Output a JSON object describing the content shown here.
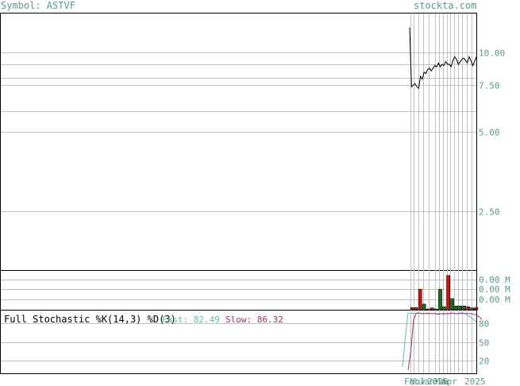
{
  "header": {
    "symbol_label": "Symbol: ASTVF",
    "site": "stockta.com"
  },
  "colors": {
    "label_teal": "#5a9a8a",
    "grid": "#c0c0c0",
    "frame": "#000000",
    "vol_up": "#1e6b1e",
    "vol_down": "#cc1111",
    "fast": "#5bbfb0",
    "slow": "#a0306a"
  },
  "price_axis": {
    "scale": "log",
    "ticks": [
      {
        "value": 10.0,
        "label": "10.00"
      },
      {
        "value": 7.5,
        "label": "7.50"
      },
      {
        "value": 5.0,
        "label": "5.00"
      },
      {
        "value": 2.5,
        "label": "2.50"
      }
    ]
  },
  "volume_axis": {
    "ticks": [
      "0.00 M",
      "0.00 M",
      "0.00 M"
    ]
  },
  "stochastic": {
    "title": "Full Stochastic %K(14,3) %D(3)",
    "fast_label": "Fast: 82.49",
    "slow_label": "Slow: 86.32",
    "ticks": [
      {
        "value": 80,
        "label": "80"
      },
      {
        "value": 50,
        "label": "50"
      },
      {
        "value": 20,
        "label": "20"
      }
    ]
  },
  "date_labels": [
    "Feb",
    "Nov",
    "Jan",
    "2025",
    "Mar",
    "Apr",
    "2025"
  ],
  "chart_data": {
    "type": "line",
    "price_series": [
      {
        "name": "price",
        "values": [
          12.4,
          7.4,
          7.5,
          7.6,
          7.4,
          7.3,
          8.1,
          7.9,
          8.4,
          8.3,
          8.6,
          8.7,
          8.5,
          8.7,
          8.9,
          8.8,
          9.1,
          8.8,
          9.0,
          8.9,
          9.2,
          9.0,
          9.0,
          8.8,
          9.3,
          9.6,
          9.4,
          9.0,
          9.2,
          9.4,
          9.5,
          9.3,
          9.1,
          9.6,
          9.3,
          8.9,
          9.2,
          9.6
        ]
      }
    ],
    "volume_series": [
      {
        "name": "volume",
        "bars": [
          {
            "dir": "down",
            "h": 0.06
          },
          {
            "dir": "up",
            "h": 0.06
          },
          {
            "dir": "down",
            "h": 0.55
          },
          {
            "dir": "up",
            "h": 0.15
          },
          {
            "dir": "up",
            "h": 0.02
          },
          {
            "dir": "down",
            "h": 0.05
          },
          {
            "dir": "up",
            "h": 0.02
          },
          {
            "dir": "up",
            "h": 0.55
          },
          {
            "dir": "up",
            "h": 0.08
          },
          {
            "dir": "down",
            "h": 0.92
          },
          {
            "dir": "up",
            "h": 0.3
          },
          {
            "dir": "up",
            "h": 0.1
          },
          {
            "dir": "up",
            "h": 0.1
          },
          {
            "dir": "up",
            "h": 0.1
          },
          {
            "dir": "down",
            "h": 0.08
          },
          {
            "dir": "up",
            "h": 0.05
          },
          {
            "dir": "down",
            "h": 0.06
          }
        ]
      }
    ],
    "stochastic_series": [
      {
        "name": "Fast",
        "values": [
          10,
          55,
          96,
          96,
          95,
          95,
          96,
          95,
          95,
          95,
          95,
          95,
          95,
          95,
          95,
          94,
          95,
          95,
          96,
          95,
          95,
          95,
          95,
          95,
          92,
          89,
          86,
          82
        ]
      },
      {
        "name": "Slow",
        "values": [
          5,
          35,
          85,
          96,
          96,
          95,
          95,
          96,
          95,
          95,
          95,
          94,
          95,
          95,
          95,
          95,
          96,
          95,
          95,
          96,
          96,
          95,
          95,
          95,
          94,
          93,
          90,
          86
        ]
      }
    ],
    "ylim_price": [
      1.5,
      14
    ],
    "ylim_stoch": [
      0,
      100
    ]
  }
}
